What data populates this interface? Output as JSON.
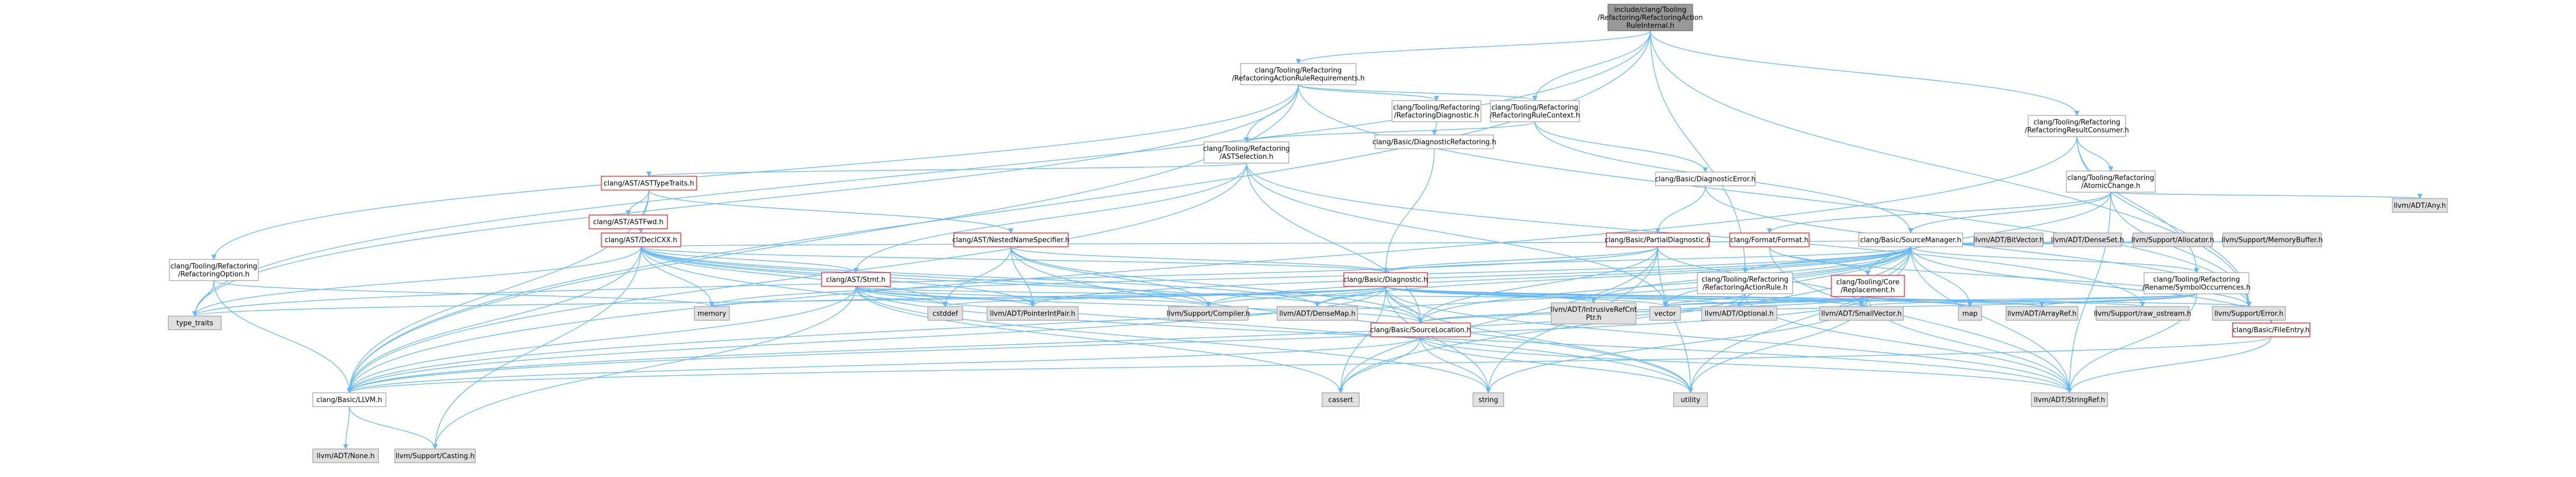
{
  "nodes": {
    "root": [
      "include/clang/Tooling",
      "/Refactoring/RefactoringAction",
      "RuleInternal.h"
    ],
    "action_rule_requirements": [
      "clang/Tooling/Refactoring",
      "/RefactoringActionRuleRequirements.h"
    ],
    "result_consumer": [
      "clang/Tooling/Refactoring",
      "/RefactoringResultConsumer.h"
    ],
    "rule_context": [
      "clang/Tooling/Refactoring",
      "/RefactoringRuleContext.h"
    ],
    "refactoring_diagnostic": [
      "clang/Tooling/Refactoring",
      "/RefactoringDiagnostic.h"
    ],
    "ast_selection": [
      "clang/Tooling/Refactoring",
      "/ASTSelection.h"
    ],
    "refactoring_option": [
      "clang/Tooling/Refactoring",
      "/RefactoringOption.h"
    ],
    "atomic_change": [
      "clang/Tooling/Refactoring",
      "/AtomicChange.h"
    ],
    "diagnostic_error": [
      "clang/Basic/DiagnosticError.h"
    ],
    "diagnostic_refactoring": [
      "clang/Basic/DiagnosticRefactoring.h"
    ],
    "ast_type_traits": [
      "clang/AST/ASTTypeTraits.h"
    ],
    "ast_fwd": [
      "clang/AST/ASTFwd.h"
    ],
    "decl_cxx": [
      "clang/AST/DeclCXX.h"
    ],
    "nested_name_specifier": [
      "clang/AST/NestedNameSpecifier.h"
    ],
    "partial_diagnostic": [
      "clang/Basic/PartialDiagnostic.h"
    ],
    "source_manager": [
      "clang/Basic/SourceManager.h"
    ],
    "format": [
      "clang/Format/Format.h"
    ],
    "core_replacement": [
      "clang/Tooling/Core",
      "/Replacement.h"
    ],
    "symbol_occurrences": [
      "clang/Tooling/Refactoring",
      "/Rename/SymbolOccurrences.h"
    ],
    "action_rule": [
      "clang/Tooling/Refactoring",
      "/RefactoringActionRule.h"
    ],
    "basic_diagnostic": [
      "clang/Basic/Diagnostic.h"
    ],
    "ast_stmt": [
      "clang/AST/Stmt.h"
    ],
    "source_location": [
      "clang/Basic/SourceLocation.h"
    ],
    "file_entry": [
      "clang/Basic/FileEntry.h"
    ],
    "llvm_h": [
      "clang/Basic/LLVM.h"
    ],
    "llvm_none": [
      "llvm/ADT/None.h"
    ],
    "llvm_casting": [
      "llvm/Support/Casting.h"
    ],
    "type_traits": [
      "type_traits"
    ],
    "memory": [
      "memory"
    ],
    "cstddef": [
      "cstddef"
    ],
    "pointer_int_pair": [
      "llvm/ADT/PointerIntPair.h"
    ],
    "compiler": [
      "llvm/Support/Compiler.h"
    ],
    "dense_map": [
      "llvm/ADT/DenseMap.h"
    ],
    "intrusive_ref_cnt": [
      "llvm/ADT/IntrusiveRefCnt",
      "Ptr.h"
    ],
    "vector": [
      "vector"
    ],
    "optional": [
      "llvm/ADT/Optional.h"
    ],
    "small_vector": [
      "llvm/ADT/SmallVector.h"
    ],
    "map": [
      "map"
    ],
    "array_ref": [
      "llvm/ADT/ArrayRef.h"
    ],
    "raw_ostream": [
      "llvm/Support/raw_ostream.h"
    ],
    "support_error": [
      "llvm/Support/Error.h"
    ],
    "cassert": [
      "cassert"
    ],
    "string": [
      "string"
    ],
    "utility": [
      "utility"
    ],
    "string_ref": [
      "llvm/ADT/StringRef.h"
    ],
    "bit_vector": [
      "llvm/ADT/BitVector.h"
    ],
    "dense_set": [
      "llvm/ADT/DenseSet.h"
    ],
    "allocator": [
      "llvm/Support/Allocator.h"
    ],
    "memory_buffer": [
      "llvm/Support/MemoryBuffer.h"
    ],
    "any": [
      "llvm/ADT/Any.h"
    ]
  },
  "colors": {
    "edge": "#63b8ff",
    "root_fill": "#999999",
    "external_fill": "#e0e0e0",
    "truncated_border": "#ff0000"
  }
}
